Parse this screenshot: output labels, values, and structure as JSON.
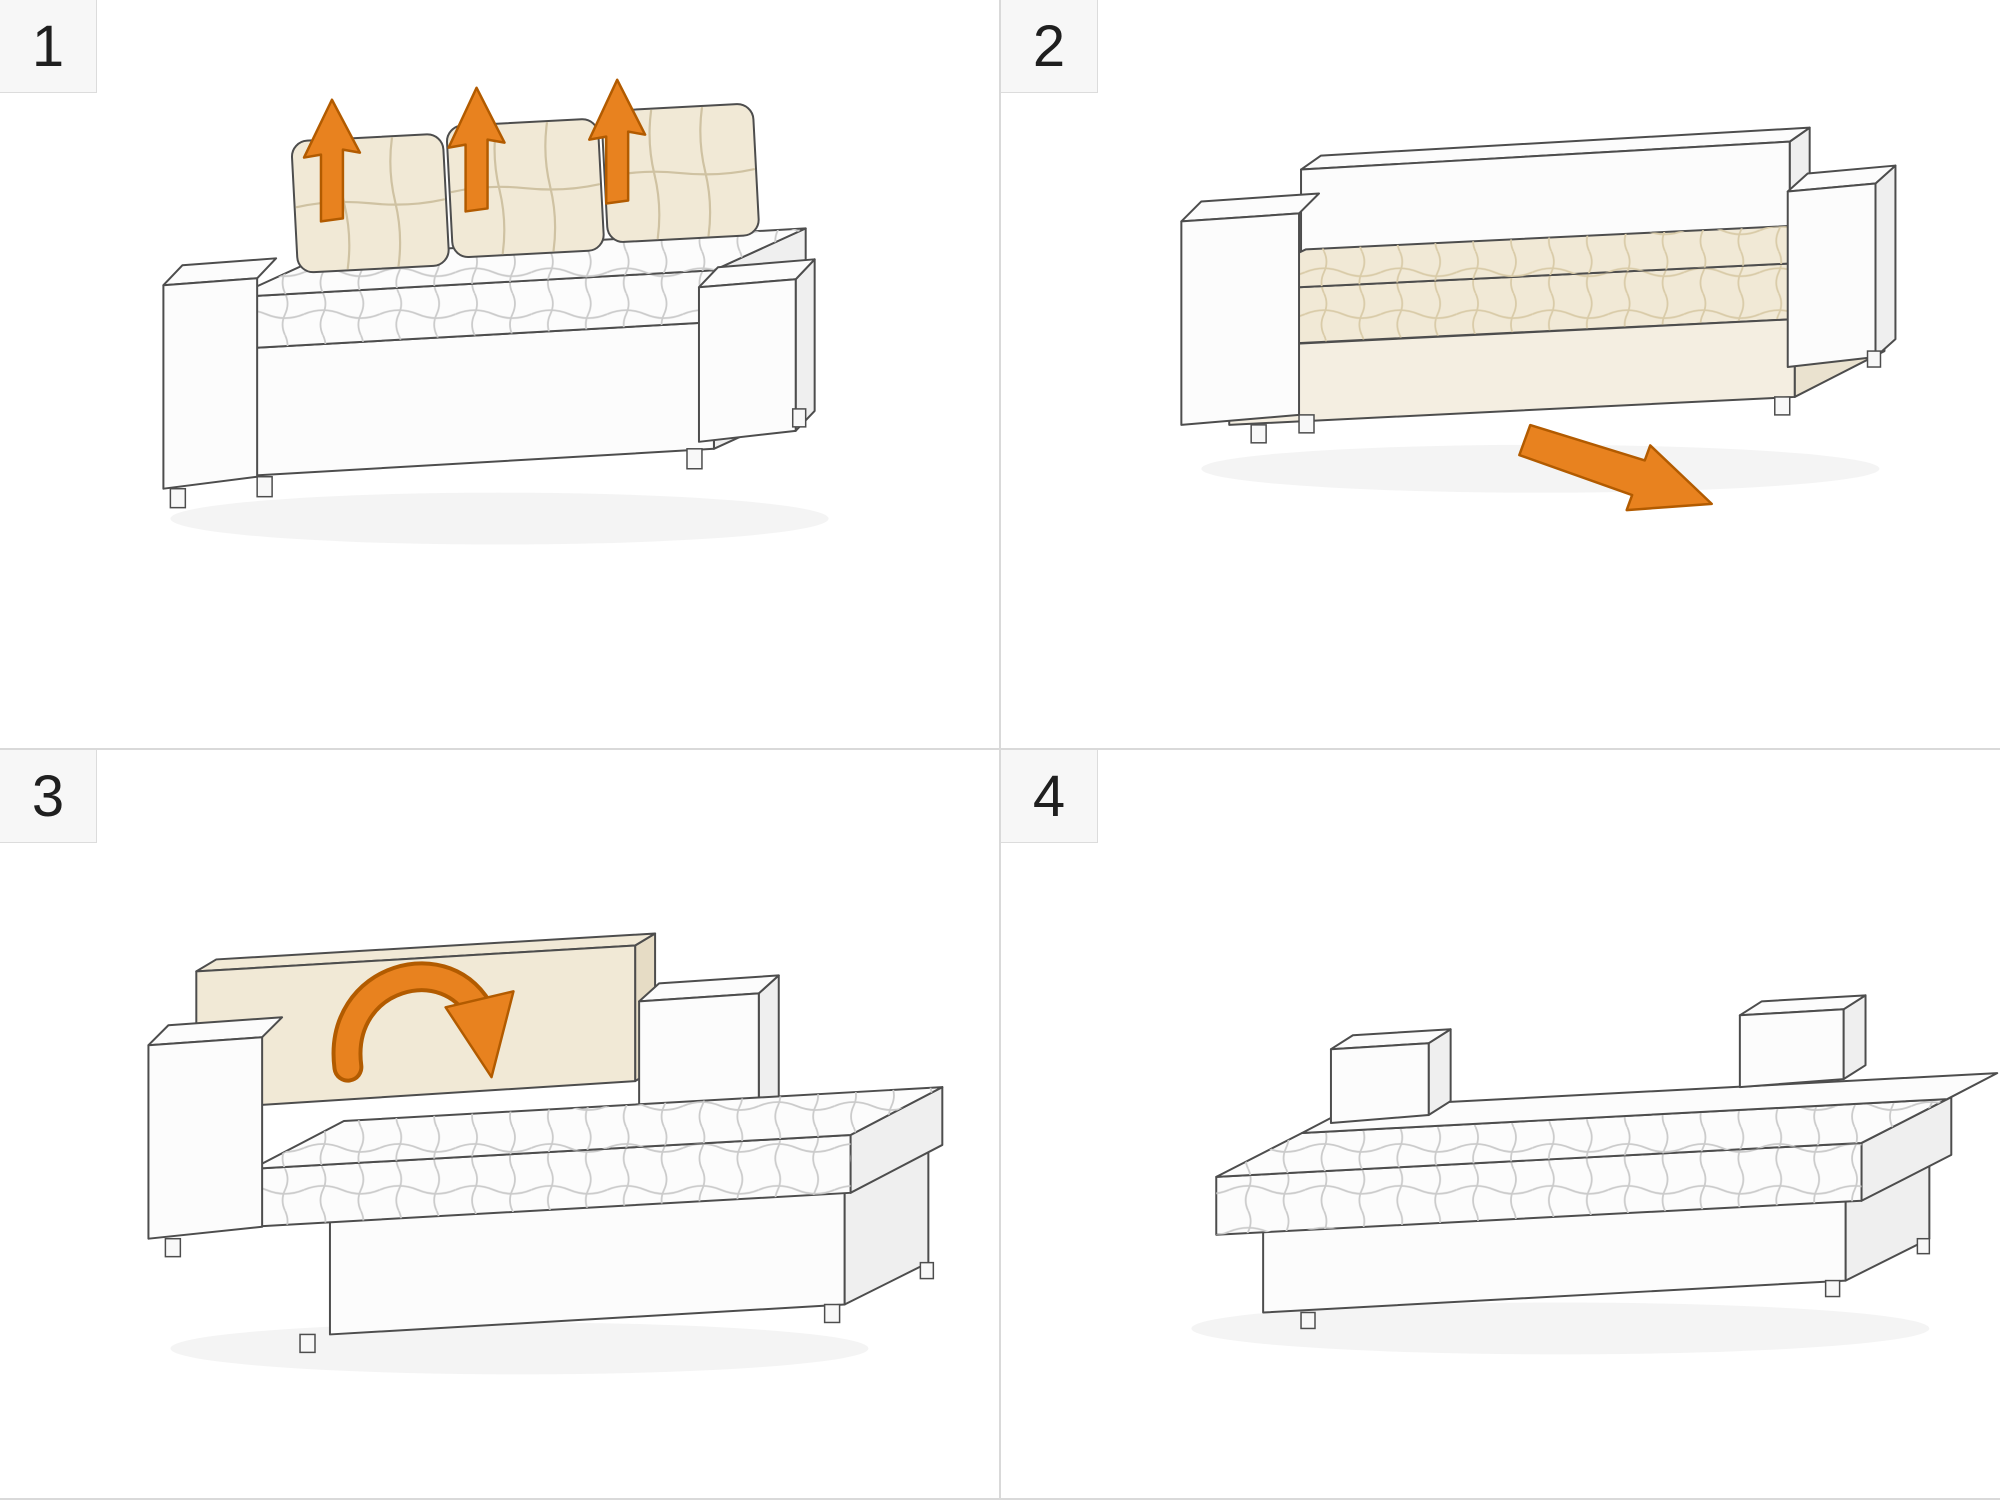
{
  "panels": [
    {
      "number": "1",
      "illustration": "sofa-with-three-back-cushions",
      "action": "lift-back-cushions-off",
      "action_icons": [
        "lift-arrow-up",
        "lift-arrow-up",
        "lift-arrow-up"
      ]
    },
    {
      "number": "2",
      "illustration": "sofa-bare-backrest-cream-seat",
      "action": "pull-seat-frame-out",
      "action_icons": [
        "pull-arrow-down-right"
      ]
    },
    {
      "number": "3",
      "illustration": "sofa-seat-extended-backrest-upright",
      "action": "fold-backrest-forward-down",
      "action_icons": [
        "fold-arrow-curved"
      ]
    },
    {
      "number": "4",
      "illustration": "sofa-converted-flat-bed",
      "action": "finished-bed",
      "action_icons": []
    }
  ],
  "colors": {
    "background": "#ffffff",
    "grid_line": "#d9d9d9",
    "panel_label_bg": "#f7f7f7",
    "panel_label_border": "#dcdcdc",
    "panel_label_text": "#1f1f1f",
    "arrow_fill": "#e8821f",
    "arrow_stroke": "#b25b00",
    "cushion_fill": "#f1e9d6",
    "sofa_fill": "#fcfcfc",
    "sofa_outline": "#4d4d4d"
  }
}
